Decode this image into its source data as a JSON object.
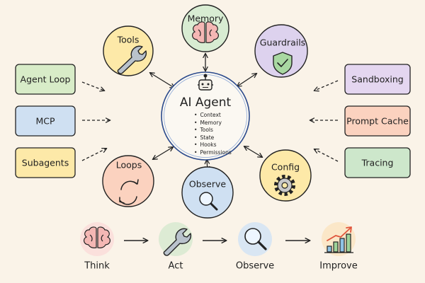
{
  "center": {
    "title": "AI Agent",
    "icon": "robot-icon",
    "items": [
      "Context",
      "Memory",
      "Tools",
      "State",
      "Hooks",
      "Permissions"
    ]
  },
  "nodes": {
    "memory": {
      "label": "Memory",
      "icon": "brain-icon",
      "color": "#d8ecd2"
    },
    "tools": {
      "label": "Tools",
      "icon": "wrench-icon",
      "color": "#fde9a8"
    },
    "guardrails": {
      "label": "Guardrails",
      "icon": "shield-check-icon",
      "color": "#ddd2ee"
    },
    "loops": {
      "label": "Loops",
      "icon": "cycle-arrows-icon",
      "color": "#fbd2bf"
    },
    "observe": {
      "label": "Observe",
      "icon": "magnifier-icon",
      "color": "#cfe0f2"
    },
    "config": {
      "label": "Config",
      "icon": "gear-icon",
      "color": "#fde9a8"
    }
  },
  "left_boxes": [
    {
      "label": "Agent Loop",
      "color": "#d8ecc8"
    },
    {
      "label": "MCP",
      "color": "#cfe0f2"
    },
    {
      "label": "Subagents",
      "color": "#fde9a8"
    }
  ],
  "right_boxes": [
    {
      "label": "Sandboxing",
      "color": "#e4d6f0"
    },
    {
      "label": "Prompt Cache",
      "color": "#fbd2bf"
    },
    {
      "label": "Tracing",
      "color": "#cde7cb"
    }
  ],
  "flow": [
    {
      "label": "Think",
      "icon": "brain-icon",
      "color": "#fbe0dc"
    },
    {
      "label": "Act",
      "icon": "wrench-icon",
      "color": "#ddebd4"
    },
    {
      "label": "Observe",
      "icon": "magnifier-icon",
      "color": "#d9e6f3"
    },
    {
      "label": "Improve",
      "icon": "growth-chart-icon",
      "color": "#fbe7c8"
    }
  ]
}
